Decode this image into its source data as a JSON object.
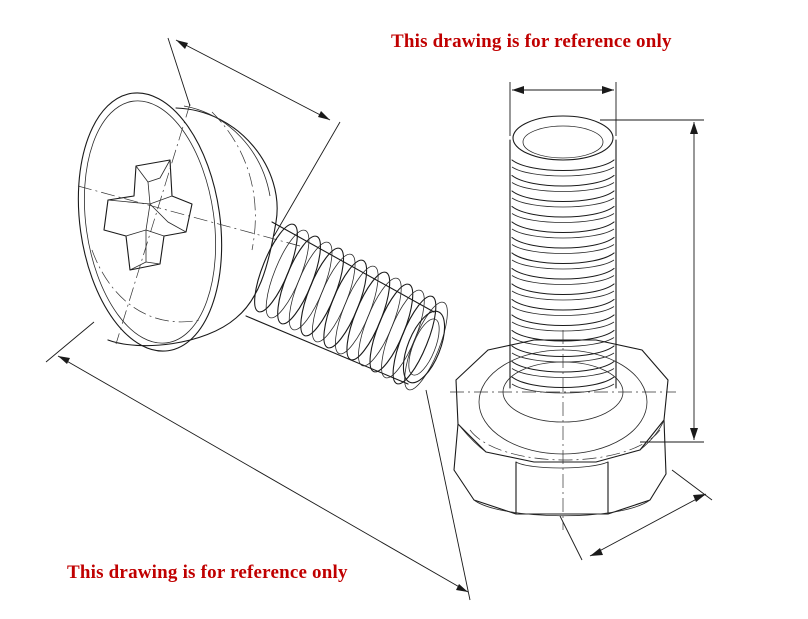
{
  "notes": {
    "top": "This drawing is for reference only",
    "bottom": "This drawing is for reference only"
  },
  "colors": {
    "note": "#c00000",
    "line": "#1a1a1a",
    "background": "#ffffff"
  },
  "icons": {
    "left_part": "phillips-pan-head-screw",
    "right_part": "hex-head-bolt"
  }
}
